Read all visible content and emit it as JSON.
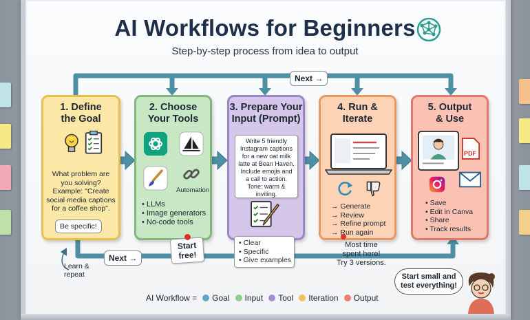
{
  "header": {
    "title": "AI Workflows for Beginners",
    "subtitle": "Step-by-step process from idea to output"
  },
  "flow_labels": {
    "next_top": "Next →",
    "next_bottom": "Next →",
    "learn_repeat": "Learn &\nrepeat"
  },
  "steps": [
    {
      "title": "1. Define\nthe Goal",
      "text": "What problem are\nyou solving?\nExample: \"Create\nsocial media captions\nfor a coffee shop\".",
      "badge": "Be specific!"
    },
    {
      "title": "2. Choose\nYour Tools",
      "automation": "Automation",
      "list": "• LLMs\n• Image generators\n• No-code tools",
      "note": "Start\nfree!"
    },
    {
      "title": "3. Prepare Your\nInput (Prompt)",
      "prompt": "Write 5 friendly\nInstagram captions\nfor a new oat milk\nlatte at Bean Haven.\nInclude emojis and\na call to action.\nTone: warm & inviting.",
      "list": "• Clear\n• Specific\n• Give examples"
    },
    {
      "title": "4. Run &\nIterate",
      "list": "→ Generate\n→ Review\n→ Refine prompt\n→ Run again",
      "note": "Most time\nspent here!\nTry 3 versions."
    },
    {
      "title": "5. Output\n& Use",
      "pdf": "PDF",
      "list": "• Save\n• Edit in Canva\n• Share\n• Track results"
    }
  ],
  "legend": {
    "prefix": "AI Workflow =",
    "items": [
      {
        "label": "Goal",
        "color": "#5fa8c9"
      },
      {
        "label": "Input",
        "color": "#8ccf8a"
      },
      {
        "label": "Tool",
        "color": "#a48fd3"
      },
      {
        "label": "Iteration",
        "color": "#f0c45a"
      },
      {
        "label": "Output",
        "color": "#ee7f72"
      }
    ]
  },
  "speech_bubble": "Start small and\ntest everything!",
  "colors": {
    "arrow": "#4f8fa6",
    "title": "#1e2f4b"
  }
}
